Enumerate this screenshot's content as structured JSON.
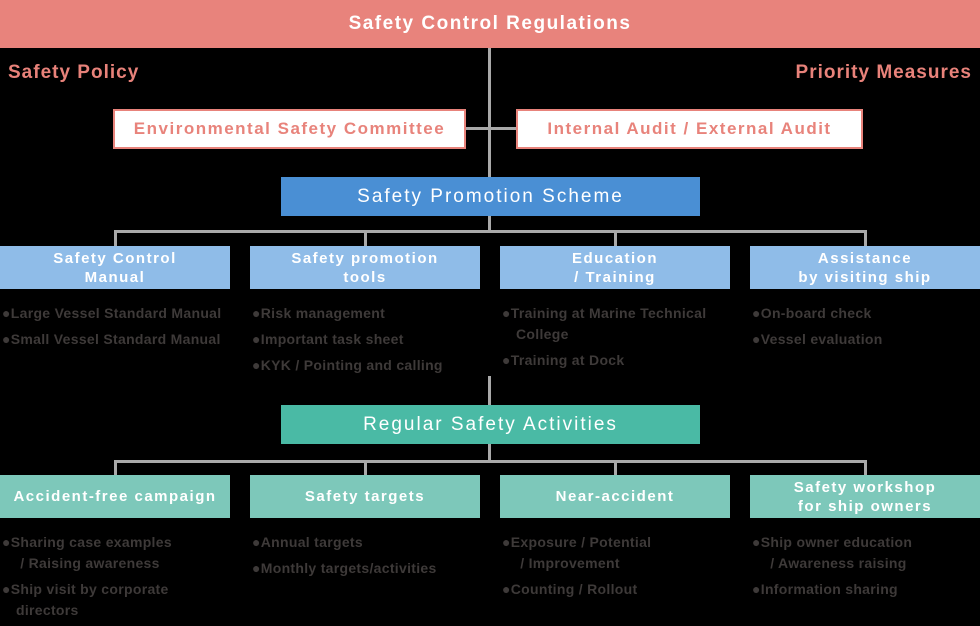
{
  "banner": {
    "title": "Safety Control Regulations"
  },
  "sections": {
    "left_label": "Safety Policy",
    "right_label": "Priority Measures"
  },
  "committee_boxes": [
    {
      "label": "Environmental Safety Committee"
    },
    {
      "label": "Internal Audit / External Audit"
    }
  ],
  "promotion": {
    "title": "Safety Promotion Scheme",
    "groups": [
      {
        "title": "Safety Control\nManual",
        "items": [
          "●Large Vessel Standard Manual",
          "●Small Vessel Standard Manual"
        ]
      },
      {
        "title": "Safety promotion\ntools",
        "items": [
          "●Risk management",
          "●Important task sheet",
          "●KYK / Pointing and calling"
        ]
      },
      {
        "title": "Education\n/ Training",
        "items": [
          "●Training at Marine Technical\nCollege",
          "●Training at Dock"
        ]
      },
      {
        "title": "Assistance\nby visiting ship",
        "items": [
          "●On-board check",
          "●Vessel evaluation"
        ]
      }
    ]
  },
  "activities": {
    "title": "Regular Safety Activities",
    "groups": [
      {
        "title": "Accident-free campaign",
        "items": [
          "●Sharing case examples\n / Raising awareness",
          "●Ship visit by corporate\ndirectors"
        ]
      },
      {
        "title": "Safety targets",
        "items": [
          "●Annual targets",
          "●Monthly targets/activities"
        ]
      },
      {
        "title": "Near-accident",
        "items": [
          "●Exposure / Potential\n / Improvement",
          "●Counting / Rollout"
        ]
      },
      {
        "title": "Safety workshop\nfor ship owners",
        "items": [
          "●Ship owner education\n / Awareness raising",
          "●Information sharing"
        ]
      }
    ]
  },
  "colors": {
    "background": "#000000",
    "banner_salmon": "#E8837C",
    "section_label_pink": "#E8827A",
    "white_box_border": "#E8837B",
    "scheme_blue": "#4A8FD4",
    "group_light_blue": "#8FBCE8",
    "activities_green": "#4ABAA5",
    "group_teal": "#7DC8BA",
    "connector_gray": "#A9A9A9",
    "bullet_text_gray": "#3E3A39"
  }
}
